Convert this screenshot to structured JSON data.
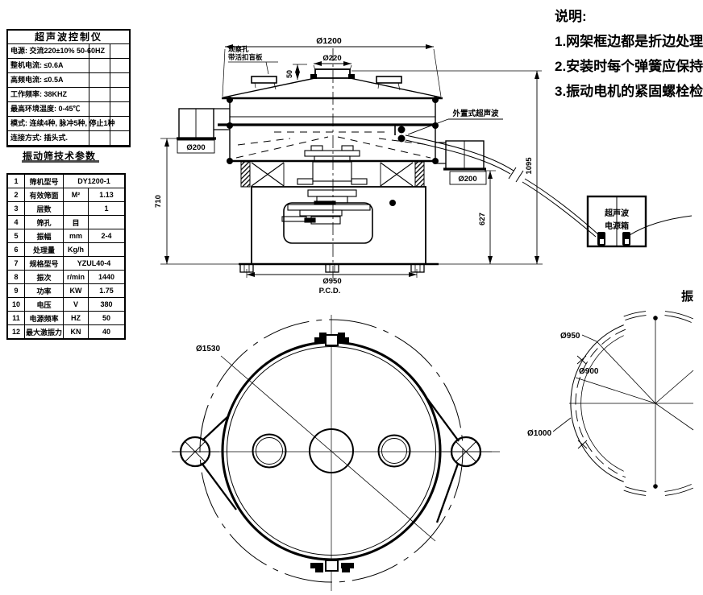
{
  "controller_table": {
    "title": "超声波控制仪",
    "rows": [
      "电源:  交流220±10%  50-60HZ",
      "整机电流: ≤0.6A",
      "高频电流: ≤0.5A",
      "工作频率: 38KHZ",
      "最高环境温度: 0-45℃",
      "模式: 连续4种, 脉冲5种, 停止1种",
      "连接方式: 插头式."
    ]
  },
  "spec_table": {
    "title": "振动筛技术参数",
    "rows": [
      {
        "no": "1",
        "name": "筛机型号",
        "unit": "",
        "value": "DY1200-1"
      },
      {
        "no": "2",
        "name": "有效筛面",
        "unit": "M²",
        "value": "1.13"
      },
      {
        "no": "3",
        "name": "层数",
        "unit": "",
        "value": "1"
      },
      {
        "no": "4",
        "name": "筛孔",
        "unit": "目",
        "value": ""
      },
      {
        "no": "5",
        "name": "振幅",
        "unit": "mm",
        "value": "2-4"
      },
      {
        "no": "6",
        "name": "处理量",
        "unit": "Kg/h",
        "value": ""
      },
      {
        "no": "7",
        "name": "规格型号",
        "unit": "",
        "value": "YZUL40-4"
      },
      {
        "no": "8",
        "name": "振次",
        "unit": "r/min",
        "value": "1440"
      },
      {
        "no": "9",
        "name": "功率",
        "unit": "KW",
        "value": "1.75"
      },
      {
        "no": "10",
        "name": "电压",
        "unit": "V",
        "value": "380"
      },
      {
        "no": "11",
        "name": "电源频率",
        "unit": "HZ",
        "value": "50"
      },
      {
        "no": "12",
        "name": "最大激振力",
        "unit": "KN",
        "value": "40"
      }
    ]
  },
  "notes": {
    "title": "说明:",
    "items": [
      "1.网架框边都是折边处理",
      "2.安装时每个弹簧应保持",
      "3.振动电机的紧固螺栓检"
    ]
  },
  "front_view": {
    "labels": {
      "d1200": "Ø1200",
      "d220": "Ø220",
      "h50": "50",
      "obs1": "观察孔",
      "obs2": "带活扣盲板",
      "d200L": "Ø200",
      "d200R": "Ø200",
      "h710": "710",
      "h1095": "1095",
      "h627": "627",
      "d950": "Ø950",
      "pcd": "P.C.D.",
      "ultra": "外置式超声波"
    }
  },
  "top_view": {
    "labels": {
      "d1530": "Ø1530"
    }
  },
  "foundation_view": {
    "labels": {
      "d950": "Ø950",
      "d900": "Ø900",
      "d1000": "Ø1000",
      "partial_text": "振"
    }
  },
  "power_box": {
    "line1": "超声波",
    "line2": "电源箱"
  },
  "colors": {
    "line": "#000000",
    "bg": "#ffffff"
  }
}
